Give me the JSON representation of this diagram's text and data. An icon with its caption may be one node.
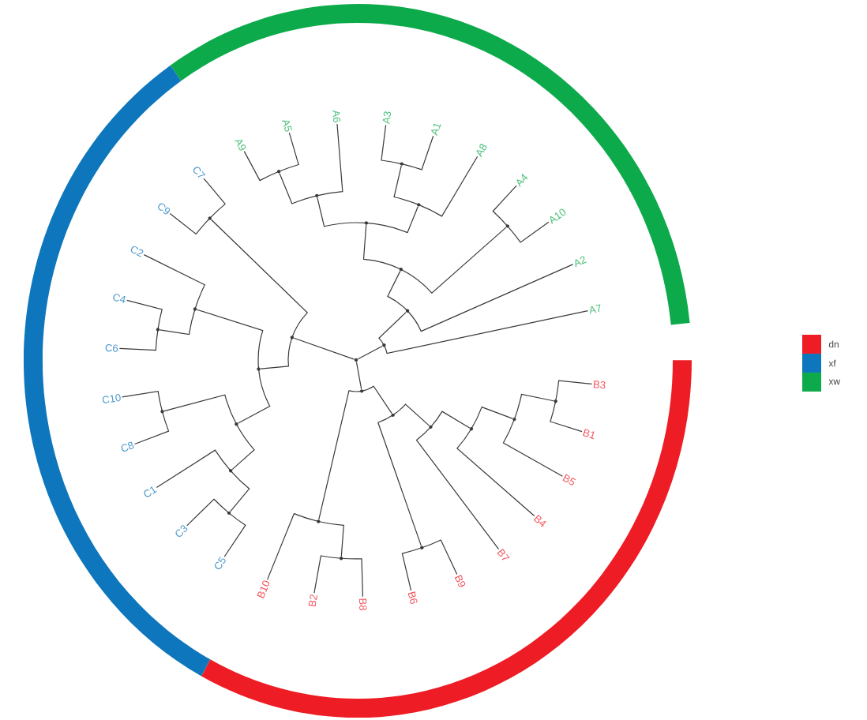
{
  "diagram": {
    "nodes": [
      {
        "text": [
          "A9"
        ]
      },
      {
        "text": [
          "A5"
        ]
      },
      {
        "text": [
          "A6"
        ]
      },
      {
        "text": [
          "A3"
        ]
      },
      {
        "text": [
          "A1"
        ]
      },
      {
        "text": [
          "A8"
        ]
      },
      {
        "text": [
          "A4"
        ]
      },
      {
        "text": [
          "A10"
        ]
      },
      {
        "text": [
          "A2"
        ]
      },
      {
        "text": [
          "A7"
        ]
      },
      {
        "text": [
          "B3"
        ]
      },
      {
        "text": [
          "B1"
        ]
      },
      {
        "text": [
          "B5"
        ]
      },
      {
        "text": [
          "B4"
        ]
      },
      {
        "text": [
          "B7"
        ]
      },
      {
        "text": [
          "B9"
        ]
      },
      {
        "text": [
          "B6"
        ]
      },
      {
        "text": [
          "B8"
        ]
      },
      {
        "text": [
          "B2"
        ]
      },
      {
        "text": [
          "B10"
        ]
      },
      {
        "text": [
          "C5"
        ]
      },
      {
        "text": [
          "C3"
        ]
      },
      {
        "text": [
          "C1"
        ]
      },
      {
        "text": [
          "C8"
        ]
      },
      {
        "text": [
          "C10"
        ]
      },
      {
        "text": [
          "C6"
        ]
      },
      {
        "text": [
          "C4"
        ]
      },
      {
        "text": [
          "C2"
        ]
      },
      {
        "text": [
          "C9"
        ]
      },
      {
        "text": [
          "C7"
        ]
      },
      {
        "text": [],
        "shape": "dot"
      },
      {
        "text": [],
        "shape": "dot"
      },
      {
        "text": [],
        "shape": "dot"
      },
      {
        "text": [],
        "shape": "dot"
      },
      {
        "text": [],
        "shape": "dot"
      },
      {
        "text": [],
        "shape": "dot"
      },
      {
        "text": [],
        "shape": "dot"
      },
      {
        "text": [],
        "shape": "dot"
      },
      {
        "text": [],
        "shape": "dot"
      },
      {
        "text": [],
        "shape": "dot"
      },
      {
        "text": [],
        "shape": "dot"
      },
      {
        "text": [],
        "shape": "dot"
      },
      {
        "text": [],
        "shape": "dot"
      },
      {
        "text": [],
        "shape": "dot"
      },
      {
        "text": [],
        "shape": "dot"
      },
      {
        "text": [],
        "shape": "dot"
      },
      {
        "text": [],
        "shape": "dot"
      },
      {
        "text": [],
        "shape": "dot"
      },
      {
        "text": [],
        "shape": "dot"
      },
      {
        "text": [],
        "shape": "dot"
      },
      {
        "text": [],
        "shape": "dot"
      },
      {
        "text": [],
        "shape": "dot"
      },
      {
        "text": [],
        "shape": "dot"
      },
      {
        "text": [],
        "shape": "dot"
      },
      {
        "text": [],
        "shape": "dot"
      },
      {
        "text": [],
        "shape": "dot"
      },
      {
        "text": [],
        "shape": "dot"
      },
      {
        "text": [],
        "shape": "dot"
      }
    ],
    "edges": [
      {
        "from": 30,
        "to": 31,
        "arrow": "none"
      },
      {
        "from": 30,
        "to": 40,
        "arrow": "none"
      },
      {
        "from": 30,
        "to": 49,
        "arrow": "none"
      },
      {
        "from": 31,
        "to": 9,
        "arrow": "none"
      },
      {
        "from": 31,
        "to": 32,
        "arrow": "none"
      },
      {
        "from": 32,
        "to": 8,
        "arrow": "none"
      },
      {
        "from": 32,
        "to": 33,
        "arrow": "none"
      },
      {
        "from": 33,
        "to": 34,
        "arrow": "none"
      },
      {
        "from": 33,
        "to": 35,
        "arrow": "none"
      },
      {
        "from": 34,
        "to": 6,
        "arrow": "none"
      },
      {
        "from": 34,
        "to": 7,
        "arrow": "none"
      },
      {
        "from": 35,
        "to": 36,
        "arrow": "none"
      },
      {
        "from": 35,
        "to": 37,
        "arrow": "none"
      },
      {
        "from": 36,
        "to": 2,
        "arrow": "none"
      },
      {
        "from": 36,
        "to": 38,
        "arrow": "none"
      },
      {
        "from": 37,
        "to": 5,
        "arrow": "none"
      },
      {
        "from": 37,
        "to": 39,
        "arrow": "none"
      },
      {
        "from": 38,
        "to": 0,
        "arrow": "none"
      },
      {
        "from": 38,
        "to": 1,
        "arrow": "none"
      },
      {
        "from": 39,
        "to": 3,
        "arrow": "none"
      },
      {
        "from": 39,
        "to": 4,
        "arrow": "none"
      },
      {
        "from": 40,
        "to": 41,
        "arrow": "none"
      },
      {
        "from": 40,
        "to": 43,
        "arrow": "none"
      },
      {
        "from": 41,
        "to": 19,
        "arrow": "none"
      },
      {
        "from": 41,
        "to": 42,
        "arrow": "none"
      },
      {
        "from": 42,
        "to": 18,
        "arrow": "none"
      },
      {
        "from": 42,
        "to": 17,
        "arrow": "none"
      },
      {
        "from": 43,
        "to": 44,
        "arrow": "none"
      },
      {
        "from": 43,
        "to": 45,
        "arrow": "none"
      },
      {
        "from": 44,
        "to": 16,
        "arrow": "none"
      },
      {
        "from": 44,
        "to": 15,
        "arrow": "none"
      },
      {
        "from": 45,
        "to": 14,
        "arrow": "none"
      },
      {
        "from": 45,
        "to": 46,
        "arrow": "none"
      },
      {
        "from": 46,
        "to": 13,
        "arrow": "none"
      },
      {
        "from": 46,
        "to": 47,
        "arrow": "none"
      },
      {
        "from": 47,
        "to": 12,
        "arrow": "none"
      },
      {
        "from": 47,
        "to": 48,
        "arrow": "none"
      },
      {
        "from": 48,
        "to": 11,
        "arrow": "none"
      },
      {
        "from": 48,
        "to": 10,
        "arrow": "none"
      },
      {
        "from": 49,
        "to": 50,
        "arrow": "none"
      },
      {
        "from": 49,
        "to": 51,
        "arrow": "none"
      },
      {
        "from": 50,
        "to": 29,
        "arrow": "none"
      },
      {
        "from": 50,
        "to": 28,
        "arrow": "none"
      },
      {
        "from": 51,
        "to": 52,
        "arrow": "none"
      },
      {
        "from": 51,
        "to": 54,
        "arrow": "none"
      },
      {
        "from": 52,
        "to": 27,
        "arrow": "none"
      },
      {
        "from": 52,
        "to": 53,
        "arrow": "none"
      },
      {
        "from": 53,
        "to": 26,
        "arrow": "none"
      },
      {
        "from": 53,
        "to": 25,
        "arrow": "none"
      },
      {
        "from": 54,
        "to": 55,
        "arrow": "none"
      },
      {
        "from": 54,
        "to": 56,
        "arrow": "none"
      },
      {
        "from": 55,
        "to": 24,
        "arrow": "none"
      },
      {
        "from": 55,
        "to": 23,
        "arrow": "none"
      },
      {
        "from": 56,
        "to": 22,
        "arrow": "none"
      },
      {
        "from": 56,
        "to": 57,
        "arrow": "none"
      },
      {
        "from": 57,
        "to": 21,
        "arrow": "none"
      },
      {
        "from": 57,
        "to": 20,
        "arrow": "none"
      }
    ],
    "legend": [
      {
        "text": "dn",
        "color": "#ee1c25"
      },
      {
        "text": "xf",
        "color": "#0e76bc"
      },
      {
        "text": "xw",
        "color": "#0daa4b"
      }
    ]
  }
}
